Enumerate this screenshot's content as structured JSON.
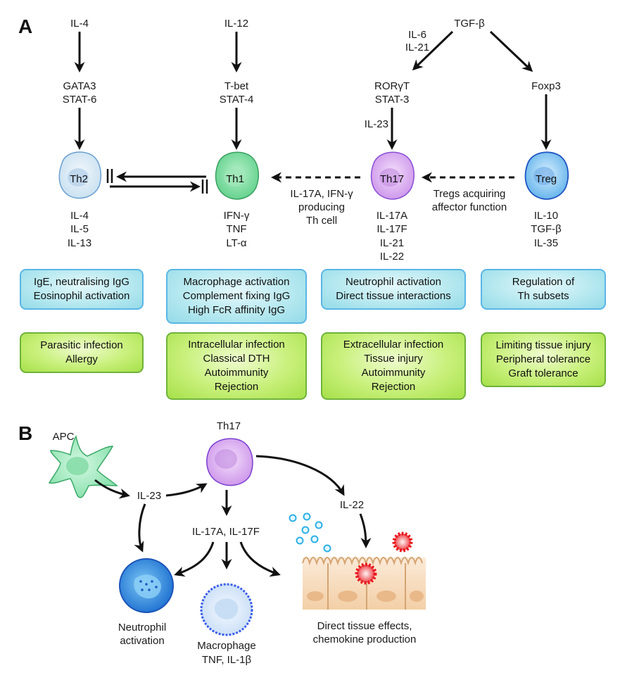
{
  "panel_a": {
    "label": "A",
    "pathways": [
      {
        "id": "th2",
        "inducer": [
          "IL-4"
        ],
        "transcription_factors": [
          "GATA3",
          "STAT-6"
        ],
        "cell": "Th2",
        "cell_color": "#cfe3f2",
        "cytokines": [
          "IL-4",
          "IL-5",
          "IL-13"
        ],
        "effector_box": [
          "IgE, neutralising IgG",
          "Eosinophil activation"
        ],
        "disease_box": [
          "Parasitic infection",
          "Allergy"
        ]
      },
      {
        "id": "th1",
        "inducer": [
          "IL-12"
        ],
        "transcription_factors": [
          "T-bet",
          "STAT-4"
        ],
        "cell": "Th1",
        "cell_color": "#7fdca0",
        "cytokines": [
          "IFN-γ",
          "TNF",
          "LT-α"
        ],
        "effector_box": [
          "Macrophage activation",
          "Complement fixing IgG",
          "High FcR affinity IgG"
        ],
        "disease_box": [
          "Intracellular infection",
          "Classical DTH",
          "Autoimmunity",
          "Rejection"
        ]
      },
      {
        "id": "th17",
        "inducer_side": [
          "IL-6",
          "IL-21"
        ],
        "transcription_factors": [
          "RORγT",
          "STAT-3"
        ],
        "stabilizer": "IL-23",
        "cell": "Th17",
        "cell_color": "#d7a6f0",
        "cytokines": [
          "IL-17A",
          "IL-17F",
          "IL-21",
          "IL-22"
        ],
        "effector_box": [
          "Neutrophil activation",
          "Direct tissue interactions"
        ],
        "disease_box": [
          "Extracellular infection",
          "Tissue injury",
          "Autoimmunity",
          "Rejection"
        ]
      },
      {
        "id": "treg",
        "transcription_factors": [
          "Foxp3"
        ],
        "cell": "Treg",
        "cell_color": "#7cc2ee",
        "cytokines": [
          "IL-10",
          "TGF-β",
          "IL-35"
        ],
        "effector_box": [
          "Regulation of",
          "Th subsets"
        ],
        "disease_box": [
          "Limiting tissue injury",
          "Peripheral tolerance",
          "Graft tolerance"
        ]
      }
    ],
    "shared_inducer": "TGF-β",
    "plasticity": {
      "th17_to_th1": [
        "IL-17A, IFN-γ",
        "producing",
        "Th cell"
      ],
      "treg_to_th17": [
        "Tregs acquiring",
        "affector function"
      ]
    }
  },
  "panel_b": {
    "label": "B",
    "apc": "APC",
    "il23": "IL-23",
    "th17": "Th17",
    "il17": "IL-17A, IL-17F",
    "il22": "IL-22",
    "neutrophil": [
      "Neutrophil",
      "activation"
    ],
    "macrophage": [
      "Macrophage",
      "TNF, IL-1β"
    ],
    "tissue": [
      "Direct tissue effects,",
      "chemokine production"
    ]
  },
  "colors": {
    "effector_box_border": "#5ab6e6",
    "disease_box_border": "#6fb33a",
    "pathogen": "#e8141c",
    "tissue": "#f4d3ae"
  }
}
